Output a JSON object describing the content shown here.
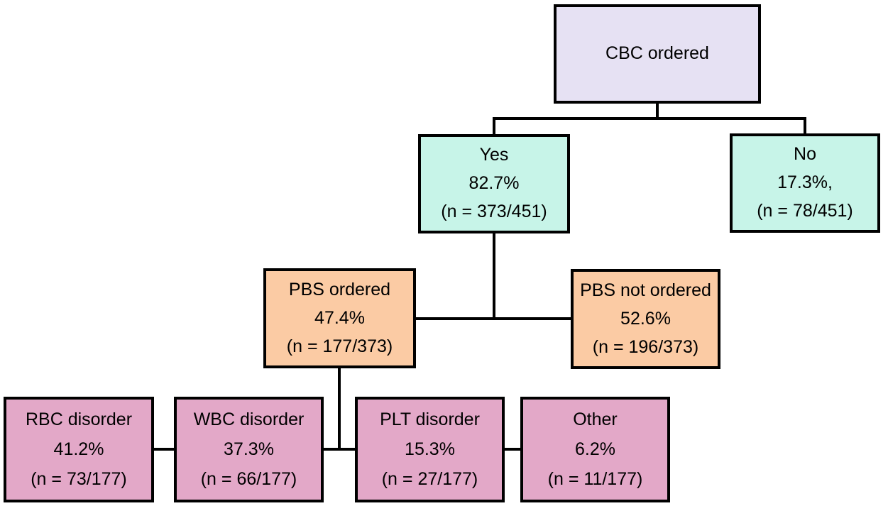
{
  "diagram": {
    "background_color": "#ffffff",
    "connector_color": "#000000",
    "text_color": "#000000",
    "nodes": {
      "cbc": {
        "label": "CBC ordered",
        "fill": "#e6e1f3"
      },
      "yes": {
        "label": "Yes",
        "percent": "82.7%",
        "count": "(n = 373/451)",
        "fill": "#c7f4e8"
      },
      "no": {
        "label": "No",
        "percent": "17.3%,",
        "count": "(n = 78/451)",
        "fill": "#c7f4e8"
      },
      "pbs_ordered": {
        "label": "PBS ordered",
        "percent": "47.4%",
        "count": "(n = 177/373)",
        "fill": "#fbcba4"
      },
      "pbs_not_ordered": {
        "label": "PBS not ordered",
        "percent": "52.6%",
        "count": "(n = 196/373)",
        "fill": "#fbcba4"
      },
      "rbc": {
        "label": "RBC disorder",
        "percent": "41.2%",
        "count": "(n = 73/177)",
        "fill": "#e3a8c8"
      },
      "wbc": {
        "label": "WBC disorder",
        "percent": "37.3%",
        "count": "(n = 66/177)",
        "fill": "#e3a8c8"
      },
      "plt": {
        "label": "PLT disorder",
        "percent": "15.3%",
        "count": "(n = 27/177)",
        "fill": "#e3a8c8"
      },
      "other": {
        "label": "Other",
        "percent": "6.2%",
        "count": "(n = 11/177)",
        "fill": "#e3a8c8"
      }
    }
  }
}
